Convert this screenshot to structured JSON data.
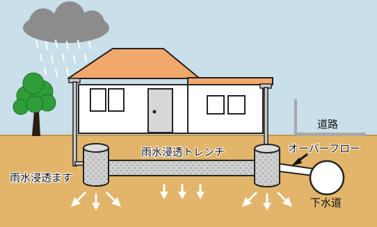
{
  "labels": {
    "road": "道路",
    "trench": "雨水浸透トレンチ",
    "overflow": "オーバーフロー",
    "infiltration_basin": "雨水浸透ます",
    "sewer": "下水道"
  },
  "colors": {
    "sky": "#c9dfe9",
    "ground": "#e2b56b",
    "roof": "#f2a86b",
    "wall": "#ffffff",
    "gravel": "#c9c9c9",
    "cloud": "#8c8c8c",
    "tree": "#2f9e3a",
    "outline": "#222222",
    "road": "#a8a8a8"
  },
  "icons": [
    "rain-cloud-icon",
    "tree-icon",
    "house-icon",
    "infiltration-arrow-icon",
    "sewer-pipe-icon"
  ]
}
